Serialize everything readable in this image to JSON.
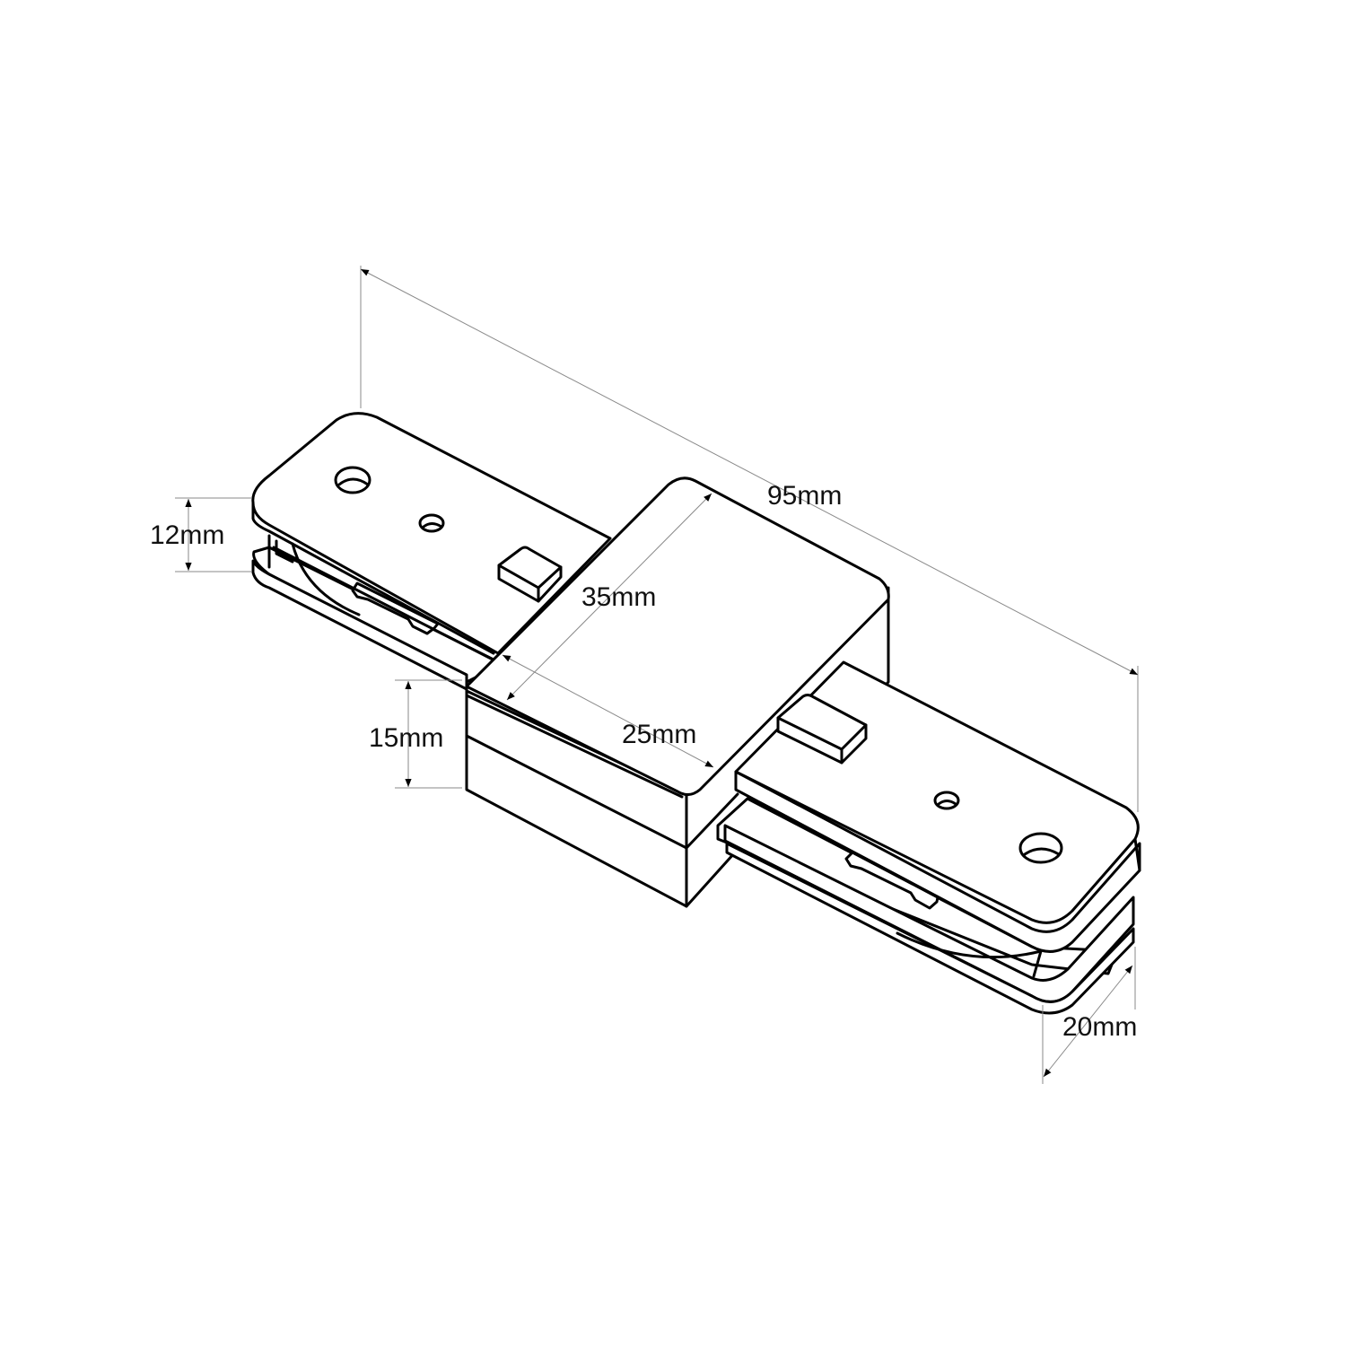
{
  "dimensions": {
    "overall_length": "95mm",
    "block_width": "35mm",
    "block_length": "25mm",
    "plate_height": "12mm",
    "block_height": "15mm",
    "plate_width": "20mm"
  },
  "colors": {
    "line": "#000000",
    "dimension_line": "#8a8a8a",
    "background": "#ffffff"
  }
}
